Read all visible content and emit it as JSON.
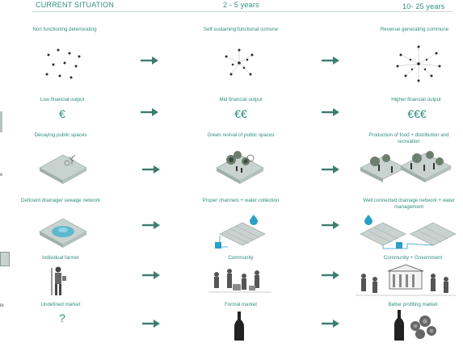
{
  "header": {
    "col1": "CURRENT SITUATION",
    "col2": "2 - 5 years",
    "col3": "10- 25 years"
  },
  "rows": [
    {
      "col1": "Non functioning deteriorating",
      "col2": "Self sustaining functional comune",
      "col3": "Revenue generating commune"
    },
    {
      "col1": "Low financial output",
      "col2": "Mid financial output",
      "col3": "Higher financial output",
      "sym1": "€",
      "sym2": "€€",
      "sym3": "€€€"
    },
    {
      "col1": "Decaying public spaces",
      "col2": "Green revival of public spaces",
      "col3": "Production of food + distribution and recreation"
    },
    {
      "col1": "Deficient drainage/ sewage network",
      "col2": "Proper channels + water collection",
      "col3": "Well connected drainage network + water management"
    },
    {
      "col1": "Individual farmer",
      "col2": "Community",
      "col3": "Community + Government"
    },
    {
      "col1": "Undefined market",
      "col2": "Formal market",
      "col3": "Better profiting market",
      "sym1": "?"
    }
  ],
  "edge_letters": [
    "e",
    "le"
  ],
  "colors": {
    "accent": "#2f8f7c",
    "arrow": "#3e7d70",
    "tile": "#c8d3cf"
  }
}
